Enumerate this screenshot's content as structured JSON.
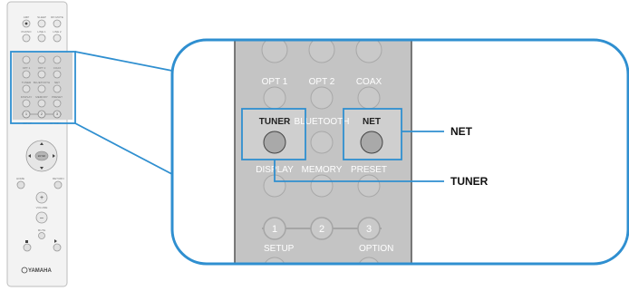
{
  "remote": {
    "top_row_labels": [
      "AMP",
      "SLEEP",
      "RP-MUTE"
    ],
    "second_row_labels": [
      "PHONO",
      "LINE 1",
      "LINE 2"
    ],
    "input_row_labels": [
      "OPT 1",
      "OPT 2",
      "COAX"
    ],
    "source_row_labels": [
      "TUNER",
      "BLUETOOTH",
      "NET"
    ],
    "memory_row_labels": [
      "DISPLAY",
      "MEMORY",
      "PRESET"
    ],
    "preset_numbers": [
      "1",
      "2",
      "3"
    ],
    "setup_label": "SETUP",
    "option_label": "OPTION",
    "enter_label": "ENTER",
    "return_label": "RETURN",
    "home_label": "HOME",
    "volume_label": "VOLUME",
    "mute_label": "MUTE",
    "brand": "YAMAHA"
  },
  "magnified": {
    "top_labels": [
      "OPT 1",
      "OPT 2",
      "COAX"
    ],
    "source_labels": [
      "TUNER",
      "BLUETOOTH",
      "NET"
    ],
    "memory_labels": [
      "DISPLAY",
      "MEMORY",
      "PRESET"
    ],
    "preset_numbers": [
      "1",
      "2",
      "3"
    ],
    "setup_label": "SETUP",
    "option_label": "OPTION"
  },
  "callouts": {
    "net": "NET",
    "tuner": "TUNER"
  },
  "colors": {
    "highlight": "#2f8fd0",
    "panel_gray": "#c4c4c4",
    "button_gray": "#a9a9a9",
    "text_white": "#ffffff"
  }
}
